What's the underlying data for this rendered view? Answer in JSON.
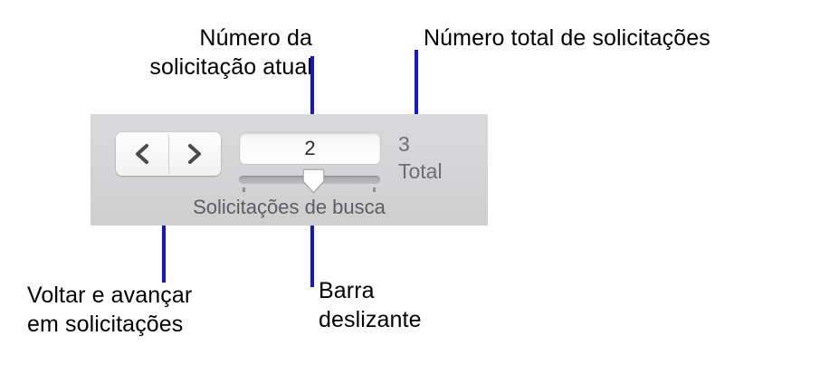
{
  "annotations": {
    "current_number": "Número da\nsolicitação atual",
    "total_number": "Número total de solicitações",
    "navigation": "Voltar e avançar\nem solicitações",
    "slider": "Barra\ndeslizante"
  },
  "panel": {
    "segmented": {
      "back_icon": "chevron-left-icon",
      "forward_icon": "chevron-right-icon"
    },
    "number_field": {
      "value": "2"
    },
    "total": {
      "count": "3",
      "label": "Total"
    },
    "slider": {
      "caption": "Solicitações de busca",
      "value": 2,
      "min": 1,
      "max": 3,
      "thumb_icon": "slider-thumb-pointer"
    }
  },
  "colors": {
    "annotation_line": "#1116d8",
    "annotation_text": "#000000",
    "panel_background": "#d5d4d6",
    "muted_text": "#6e6d73"
  }
}
